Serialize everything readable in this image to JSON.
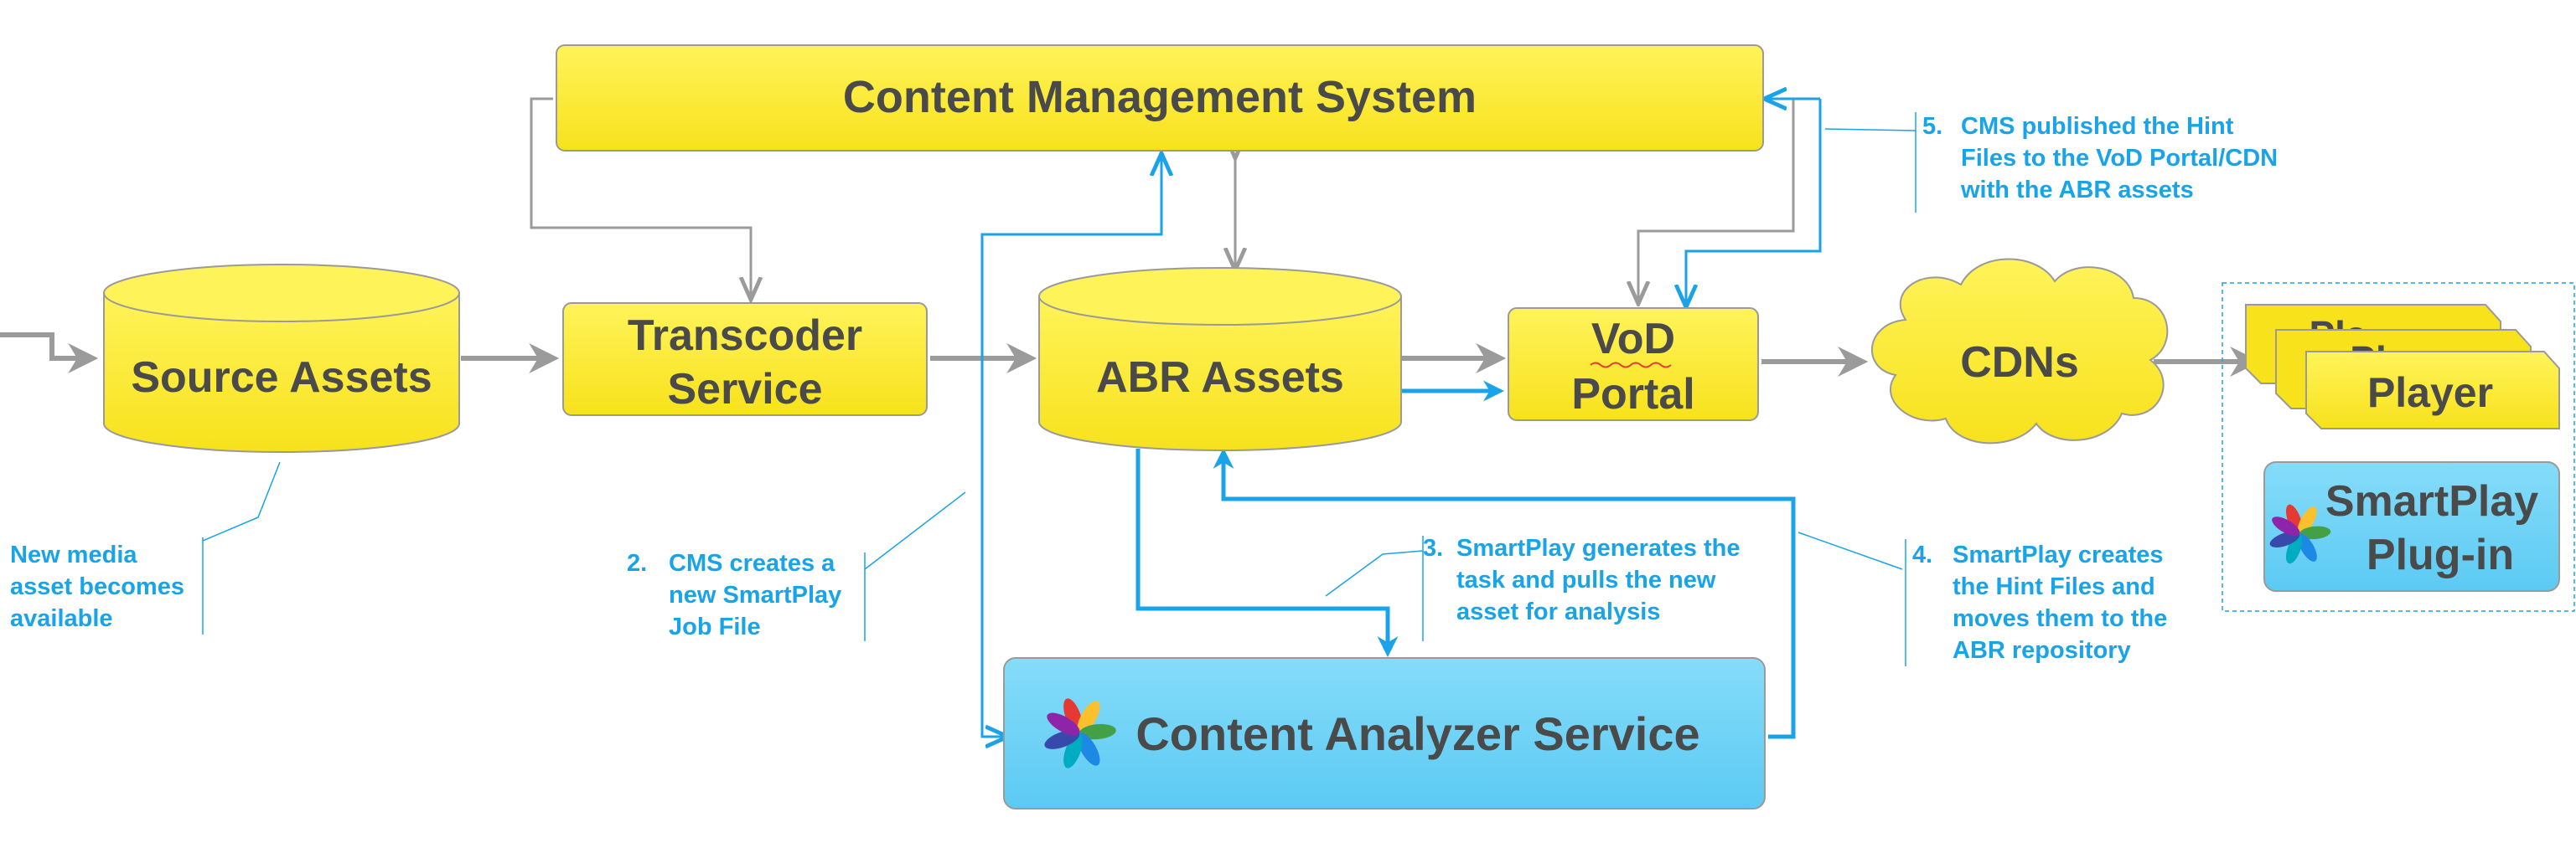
{
  "colors": {
    "box_fill": "#ffef3a",
    "box_stroke": "#9a9a9a",
    "analyzer_fill": "#6fd3f7",
    "gray_arrow": "#9b9b9b",
    "blue_arrow": "#1aa3e8",
    "note_text": "#19a3e8",
    "label_text": "#4a4a4a"
  },
  "nodes": {
    "cms": "Content Management System",
    "source_assets": "Source Assets",
    "transcoder": [
      "Transcoder",
      "Service"
    ],
    "abr_assets": "ABR Assets",
    "vod_portal": [
      "VoD",
      "Portal"
    ],
    "cdns": "CDNs",
    "player": "Player",
    "player_stack_1": "Pla",
    "player_stack_2": "Pl",
    "smartplay_plugin": [
      "SmartPlay",
      "Plug-in"
    ],
    "content_analyzer": "Content Analyzer Service"
  },
  "notes": {
    "note_1": [
      "New media",
      "asset becomes",
      "available"
    ],
    "note_2": {
      "number": "2.",
      "lines": [
        "CMS creates a",
        "new SmartPlay",
        "Job File"
      ]
    },
    "note_3": {
      "number": "3.",
      "lines": [
        "SmartPlay generates the",
        "task and pulls the new",
        "asset for analysis"
      ]
    },
    "note_4": {
      "number": "4.",
      "lines": [
        "SmartPlay creates",
        "the Hint Files and",
        "moves them to the",
        "ABR repository"
      ]
    },
    "note_5": {
      "number": "5.",
      "lines": [
        "CMS published the Hint",
        "Files to the VoD Portal/CDN",
        "with the ABR assets"
      ]
    }
  },
  "icons": {
    "logo": "smartplay-pinwheel-logo"
  }
}
